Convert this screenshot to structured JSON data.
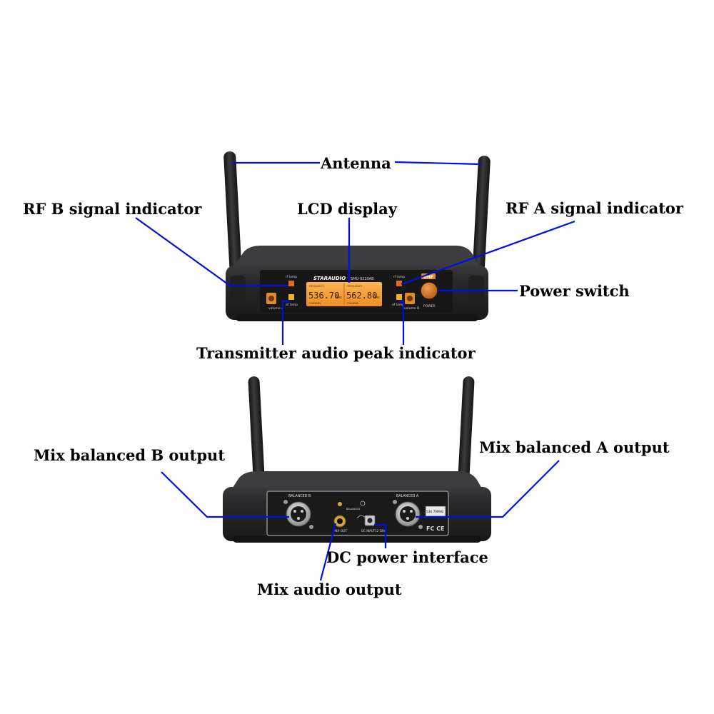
{
  "labels": {
    "antenna": "Antenna",
    "rf_b": "RF B signal indicator",
    "lcd": "LCD display",
    "rf_a": "RF A signal indicator",
    "power_switch": "Power switch",
    "peak": "Transmitter audio peak indicator",
    "mix_b": "Mix balanced B output",
    "mix_a": "Mix balanced A output",
    "dc": "DC power interface",
    "mix_audio": "Mix audio output"
  },
  "front_panel": {
    "brand": "STARAUDIO",
    "model": "SMU-0220AB",
    "band": "UHF",
    "freq_left": "536.70",
    "freq_right": "562.80",
    "unit": "MHz",
    "rf_lamp": "rf lamp",
    "af_lamp": "af lamp",
    "volume_a": "volume A",
    "volume_b": "volume B",
    "power": "POWER",
    "frequency": "FREQUENCY",
    "channel": "CHANNEL"
  },
  "back_panel": {
    "balanced_b": "BALANCED B",
    "balanced_a": "BALANCED A",
    "mix_out": "MIX OUT",
    "balanced": "BALANCED",
    "dc_input": "DC INPUT12-18V",
    "freq_sticker": "536.70MHz",
    "fc_ce": "FC CE"
  },
  "colors": {
    "leader": "#0010e0",
    "body": "#232325",
    "lcd": "#f6a23a",
    "indicator": "#e56a1c"
  }
}
